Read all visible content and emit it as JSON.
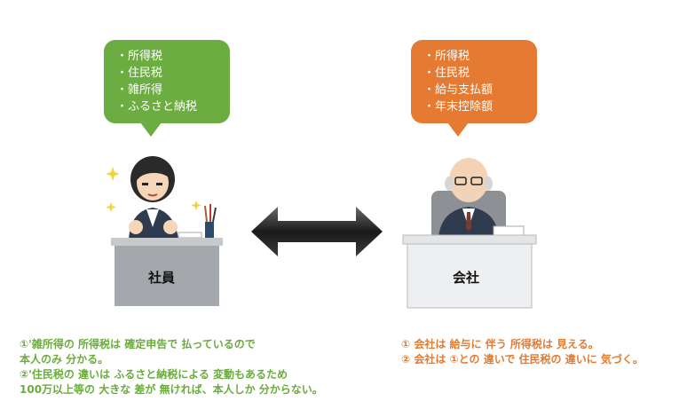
{
  "employee_bubble": {
    "items": [
      "所得税",
      "住民税",
      "雑所得",
      "ふるさと納税"
    ]
  },
  "company_bubble": {
    "items": [
      "所得税",
      "住民税",
      "給与支払額",
      "年末控除額"
    ]
  },
  "employee_label": "社員",
  "company_label": "会社",
  "employee_notes": [
    "①'雑所得の 所得税は 確定申告で 払っているので",
    "本人のみ 分かる。",
    "②'住民税の 違いは ふるさと納税による 変動もあるため",
    "100万以上等の 大きな 差が 無ければ、本人しか 分からない。"
  ],
  "company_notes": [
    "① 会社は 給与に 伴う 所得税は 見える。",
    "② 会社は ①との 違いで 住民税の 違いに 気づく。"
  ],
  "colors": {
    "employee_accent": "#6cad41",
    "company_accent": "#e57a32"
  }
}
